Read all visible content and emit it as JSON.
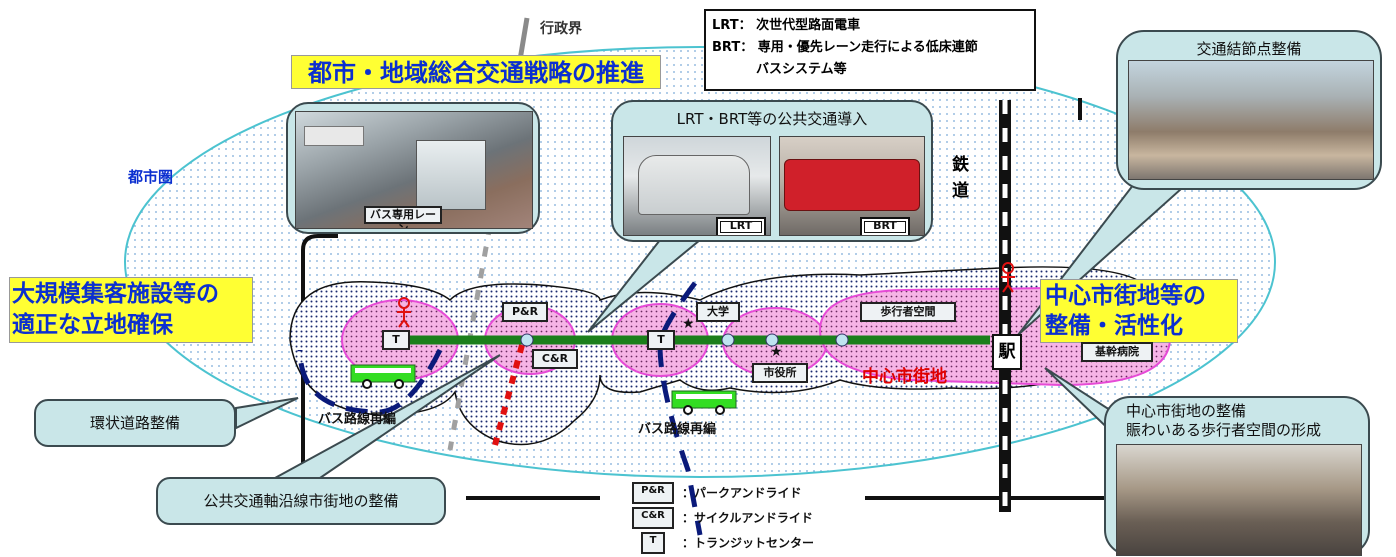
{
  "boundary": {
    "label": "行政界"
  },
  "definitions": {
    "lrt_line": "LRT： 次世代型路面電車",
    "brt_line1": "BRT： 専用・優先レーン走行による低床連節",
    "brt_line2": "バスシステム等"
  },
  "headlines": {
    "strategy": "都市・地域総合交通戦略の推進",
    "large_facility_l1": "大規模集客施設等の",
    "large_facility_l2": "適正な立地確保",
    "center_l1": "中心市街地等の",
    "center_l2": "整備・活性化"
  },
  "regions": {
    "metro": "都市圏",
    "downtown": "中心市街地"
  },
  "railway": {
    "label_1": "鉄",
    "label_2": "道"
  },
  "callouts": {
    "node": "交通結節点整備",
    "lrt_brt": "LRT・BRT等の公共交通導入",
    "ring_road": "環状道路整備",
    "corridor": "公共交通軸沿線市街地の整備",
    "downtown_l1": "中心市街地の整備",
    "downtown_l2": "賑わいある歩行者空間の形成"
  },
  "photo_labels": {
    "bus_lane": "バス専用レーン",
    "lrt": "LRT",
    "brt": "BRT"
  },
  "places": {
    "pr": "P&R",
    "cr": "C&R",
    "t1": "T",
    "t2": "T",
    "university": "大学",
    "city_hall": "市役所",
    "pedestrian": "歩行者空間",
    "station": "駅",
    "hospital": "基幹病院"
  },
  "bus_reorg": {
    "left": "バス路線再編",
    "center": "バス路線再編"
  },
  "legend": [
    {
      "key": "P&R",
      "text": "：パークアンドライド"
    },
    {
      "key": "C&R",
      "text": "：サイクルアンドライド"
    },
    {
      "key": "T",
      "text": "：トランジットセンター"
    }
  ],
  "colors": {
    "callout_fill": "#c9e6e8",
    "headline_fill": "#ffff33",
    "headline_text": "#0b2fd0",
    "transit_axis": "#1b7f1b",
    "downtown_text": "#e00000",
    "bus_green": "#33dd22",
    "ring_road_blue": "#0a1a7a",
    "pink_zone": "#f6b4e6"
  }
}
